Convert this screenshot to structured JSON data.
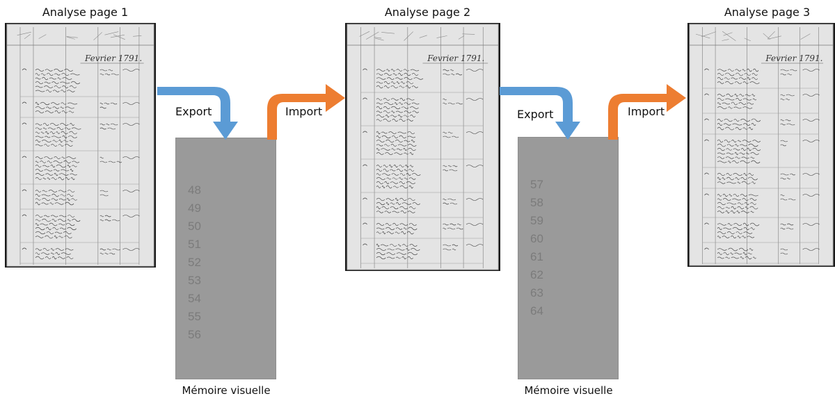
{
  "pages": [
    {
      "title": "Analyse page 1",
      "heading": "Fevrier 1791."
    },
    {
      "title": "Analyse page 2",
      "heading": "Fevrier 1791."
    },
    {
      "title": "Analyse page 3",
      "heading": "Fevrier 1791."
    }
  ],
  "memories": [
    {
      "label": "Mémoire visuelle",
      "numbers": [
        "48",
        "49",
        "50",
        "51",
        "52",
        "53",
        "54",
        "55",
        "56"
      ]
    },
    {
      "label": "Mémoire visuelle",
      "numbers": [
        "57",
        "58",
        "59",
        "60",
        "61",
        "62",
        "63",
        "64"
      ]
    }
  ],
  "arrows": {
    "export_label": "Export",
    "import_label": "Import",
    "export_color": "#5b9bd5",
    "import_color": "#ed7d31"
  },
  "colors": {
    "memory_box": "#9a9a9a",
    "memory_numbers": "#7b7b7b"
  }
}
